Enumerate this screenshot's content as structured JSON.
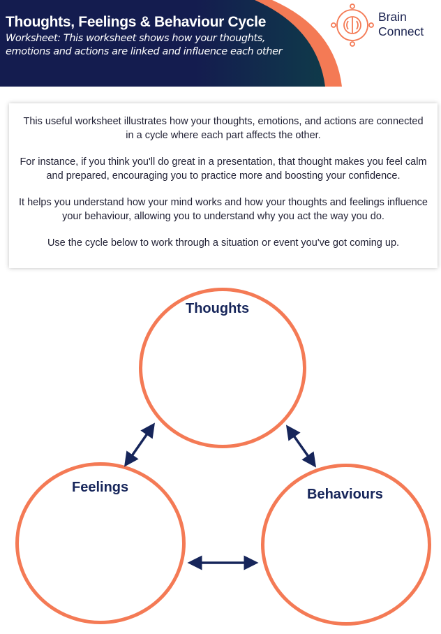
{
  "header": {
    "title": "Thoughts, Feelings & Behaviour Cycle",
    "subtitle": "Worksheet: This worksheet shows how your thoughts, emotions and actions are linked and influence each other",
    "brand_line1": "Brain",
    "brand_line2": "Connect",
    "logo_icon": "brain-people-icon"
  },
  "intro": {
    "paragraphs": [
      "This useful worksheet illustrates how your thoughts, emotions, and actions are connected in a cycle where each part affects the other.",
      "For instance, if you think you'll do great in a presentation, that thought makes you feel calm and prepared, encouraging you to practice more and boosting your confidence.",
      "It helps you understand how your mind works and how your thoughts and feelings influence your behaviour, allowing you to understand why you act the way you do.",
      "Use the cycle below to work through a situation or event you've got coming up."
    ]
  },
  "cycle": {
    "thoughts": "Thoughts",
    "feelings": "Feelings",
    "behaviours": "Behaviours"
  },
  "colors": {
    "navy": "#141c4f",
    "orange": "#f47a55",
    "label": "#16255a"
  }
}
